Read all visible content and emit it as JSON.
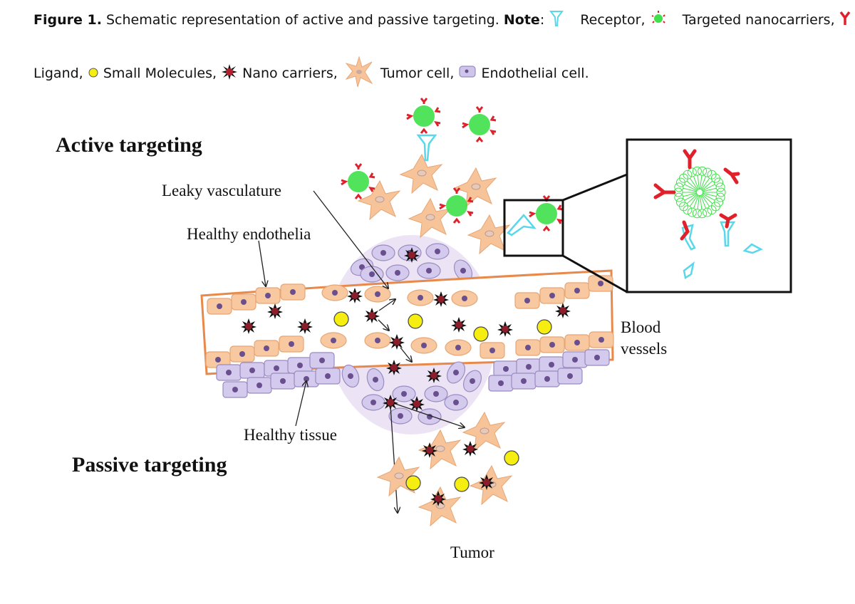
{
  "caption": {
    "figure_label": "Figure 1.",
    "title": " Schematic representation of active and passive targeting. ",
    "note_label": "Note",
    "note_colon": ": ",
    "legend": [
      {
        "icon": "receptor-icon",
        "label": "Receptor,"
      },
      {
        "icon": "targeted-nanocarrier-icon",
        "label": "Targeted nanocarriers,"
      },
      {
        "icon": "ligand-icon",
        "label": "Ligand,"
      },
      {
        "icon": "small-molecule-icon",
        "label": "Small Molecules,"
      },
      {
        "icon": "nanocarrier-icon",
        "label": "Nano carriers,"
      },
      {
        "icon": "tumor-cell-icon",
        "label": "Tumor cell,"
      },
      {
        "icon": "endothelial-cell-icon",
        "label": "Endothelial cell."
      }
    ]
  },
  "diagram": {
    "labels": {
      "active_targeting": "Active targeting",
      "passive_targeting": "Passive targeting",
      "leaky_vasculature": "Leaky vasculature",
      "healthy_endothelia": "Healthy endothelia",
      "blood_vessels_1": "Blood",
      "blood_vessels_2": "vessels",
      "healthy_tissue": "Healthy tissue",
      "tumor": "Tumor"
    },
    "colors": {
      "tumor_cell": "#f7c49a",
      "endothelial_cell": "#f8c8a0",
      "tissue_cell": "#cfc4ea",
      "nucleus": "#6a4f8f",
      "vessel_wall": "#e8894a",
      "small_molecule": "#f6ee10",
      "nanocarrier": "#8b1e2a",
      "targeted_nanocarrier": "#3fe04a",
      "ligand": "#e0202a",
      "receptor": "#58d8ea",
      "leaky_region": "#ece4f4"
    }
  }
}
